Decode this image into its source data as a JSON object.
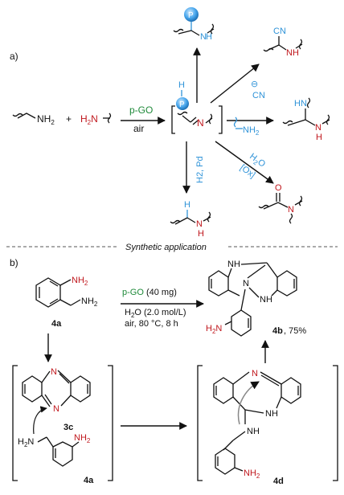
{
  "panel_a": {
    "label": "a)",
    "reagent_plus": "+",
    "reagent_amine": "NH",
    "reagent_amine_sub": "2",
    "reagent_amine2_h": "H",
    "reagent_amine2_n": "N",
    "reagent_amine2_sub": "2",
    "catalyst": "p-GO",
    "condition": "air",
    "imine_n": "N",
    "p_label": "P",
    "h_label": "H",
    "nh_n": "N",
    "nh_h": "H",
    "cn_label": "CN",
    "cn_minus": "⊖",
    "cn_reagent": "CN",
    "hn_label": "HN",
    "nh2_label": "NH",
    "nh2_sub": "2",
    "h2o_label": "H",
    "h2o_sub": "2",
    "h2o_o": "O",
    "ox_label": "[Ox]",
    "h2pd_label": "H2, Pd",
    "o_label": "O",
    "amide_n": "N",
    "h_bottom": "H",
    "n_bottom": "N",
    "h_bottom2": "H"
  },
  "divider_text": "Synthetic application",
  "panel_b": {
    "label": "b)",
    "nh2": "NH",
    "nh2_sub": "2",
    "catalyst_text": "p-GO",
    "catalyst_amount": " (40 mg)",
    "cond_line1_a": "H",
    "cond_line1_sub": "2",
    "cond_line1_b": "O (2.0 mol/L)",
    "cond_line2": "air, 80 °C, 8 h",
    "cmpd_4a": "4a",
    "cmpd_4a_b": "4a",
    "cmpd_3c": "3c",
    "cmpd_4d": "4d",
    "cmpd_4b": "4b",
    "yield": ", 75%",
    "nh": "NH",
    "n": "N",
    "h2n": "H",
    "h2n_sub": "2",
    "h2n_n": "N"
  },
  "colors": {
    "accent_red": "#c0171d",
    "accent_blue": "#2f93d8",
    "accent_green": "#1f8a3a",
    "sphere": "#4aa8ee"
  }
}
